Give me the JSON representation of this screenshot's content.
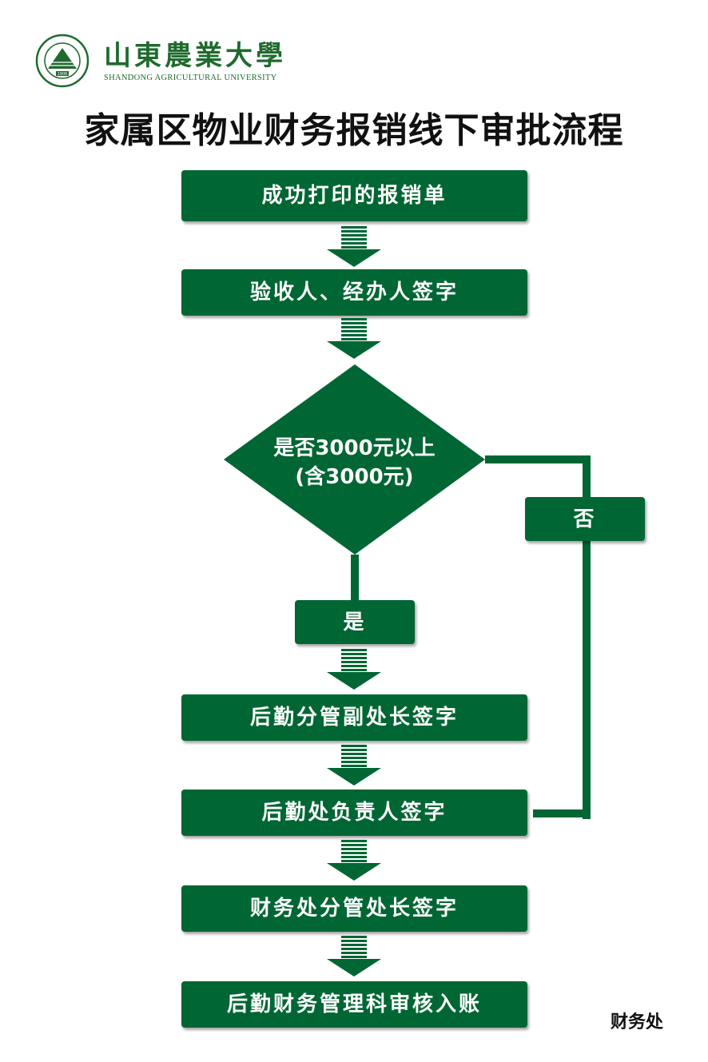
{
  "logo": {
    "name_cn": "山東農業大學",
    "name_en": "SHANDONG AGRICULTURAL UNIVERSITY",
    "year": "1906"
  },
  "title": "家属区物业财务报销线下审批流程",
  "steps": [
    "成功打印的报销单",
    "验收人、经办人签字",
    "后勤分管副处长签字",
    "后勤处负责人签字",
    "财务处分管处长签字",
    "后勤财务管理科审核入账"
  ],
  "decision": {
    "line1": "是否3000元以上",
    "line2": "(含3000元)",
    "yes": "是",
    "no": "否"
  },
  "footer": "财务处",
  "colors": {
    "green": "#006633"
  }
}
